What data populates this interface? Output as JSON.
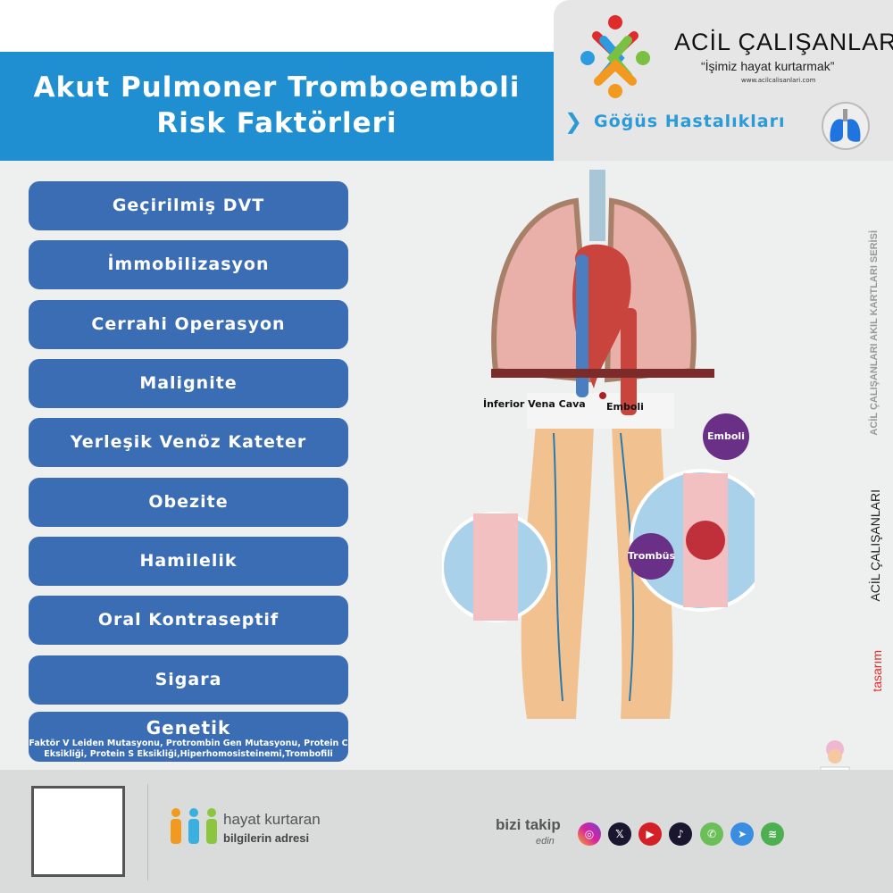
{
  "header": {
    "title_line1": "Akut Pulmoner Tromboemboli",
    "title_line2": "Risk Faktörleri",
    "brand": "ACİL ÇALIŞANLARI",
    "slogan": "“İşimiz hayat kurtarmak”",
    "url": "www.acilcalisanlari.com",
    "category": "Göğüs Hastalıkları"
  },
  "risk_factors": [
    "Geçirilmiş DVT",
    "İmmobilizasyon",
    "Cerrahi Operasyon",
    "Malignite",
    "Yerleşik Venöz Kateter",
    "Obezite",
    "Hamilelik",
    "Oral Kontraseptif",
    "Sigara"
  ],
  "genetik": {
    "title": "Genetik",
    "detail": "Faktör V Leiden Mutasyonu, Protrombin Gen Mutasyonu, Protein C Eksikliği, Protein S Eksikliği,Hiperhomosisteinemi,Trombofili"
  },
  "illustration": {
    "ivc_label": "İnferior Vena Cava",
    "emboli_label": "Emboli",
    "bubble_emboli": "Emboli",
    "bubble_trombus": "Trombüs"
  },
  "side": {
    "series": "ACİL ÇALIŞANLARI AKIL KARTLARI SERİSİ",
    "design": "tasarım",
    "design_brand": "ACİL ÇALIŞANLARI"
  },
  "footer": {
    "tag1": "hayat kurtaran",
    "tag2": "bilgilerin adresi",
    "follow": "bizi takip",
    "follow2": "edin",
    "social": [
      "instagram",
      "x",
      "youtube",
      "tiktok",
      "whatsapp",
      "telegram",
      "spotify"
    ]
  },
  "colors": {
    "banner": "#1f8fd2",
    "button": "#3b6db4",
    "accent": "#2a9bd7"
  }
}
